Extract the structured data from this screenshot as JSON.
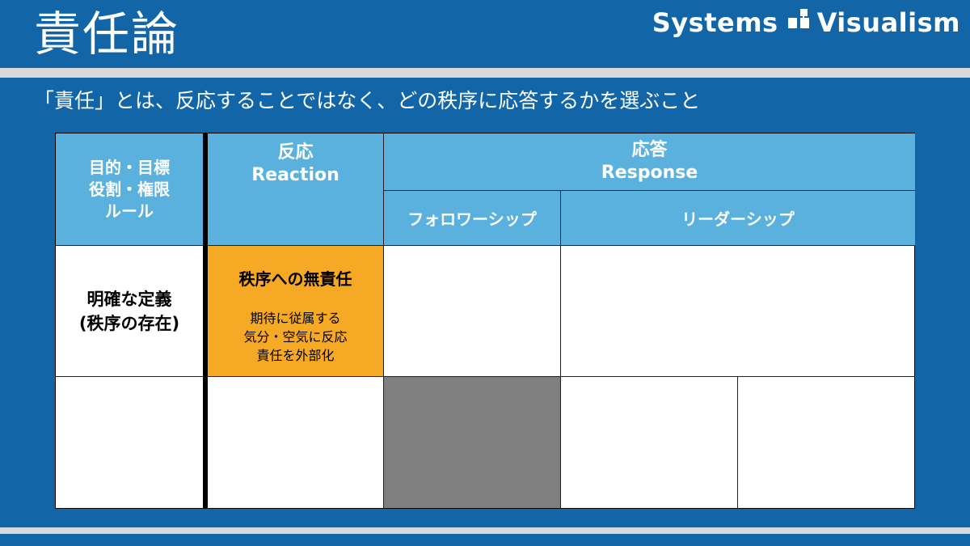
{
  "header": {
    "title": "責任論",
    "logo_left": "Systems",
    "logo_right": "Visualism"
  },
  "subtitle": "「責任」とは、反応することではなく、どの秩序に応答するかを選ぶこと",
  "table": {
    "col_a_header": [
      "目的・目標",
      "役割・権限",
      "ルール"
    ],
    "col_b_header": [
      "反応",
      "Reaction"
    ],
    "col_c_header": [
      "応答",
      "Response"
    ],
    "col_c1_header": "フォロワーシップ",
    "col_c2_header": "リーダーシップ",
    "row1_label": [
      "明確な定義",
      "(秩序の存在)"
    ],
    "row1_b_head": "秩序への無責任",
    "row1_b_body": [
      "期待に従属する",
      "気分・空気に反応",
      "責任を外部化"
    ]
  },
  "colors": {
    "background": "#1266a8",
    "header_cell": "#5ab1de",
    "highlight": "#f5a925",
    "gray_cell": "#808080",
    "rule": "#d9d9d9"
  }
}
